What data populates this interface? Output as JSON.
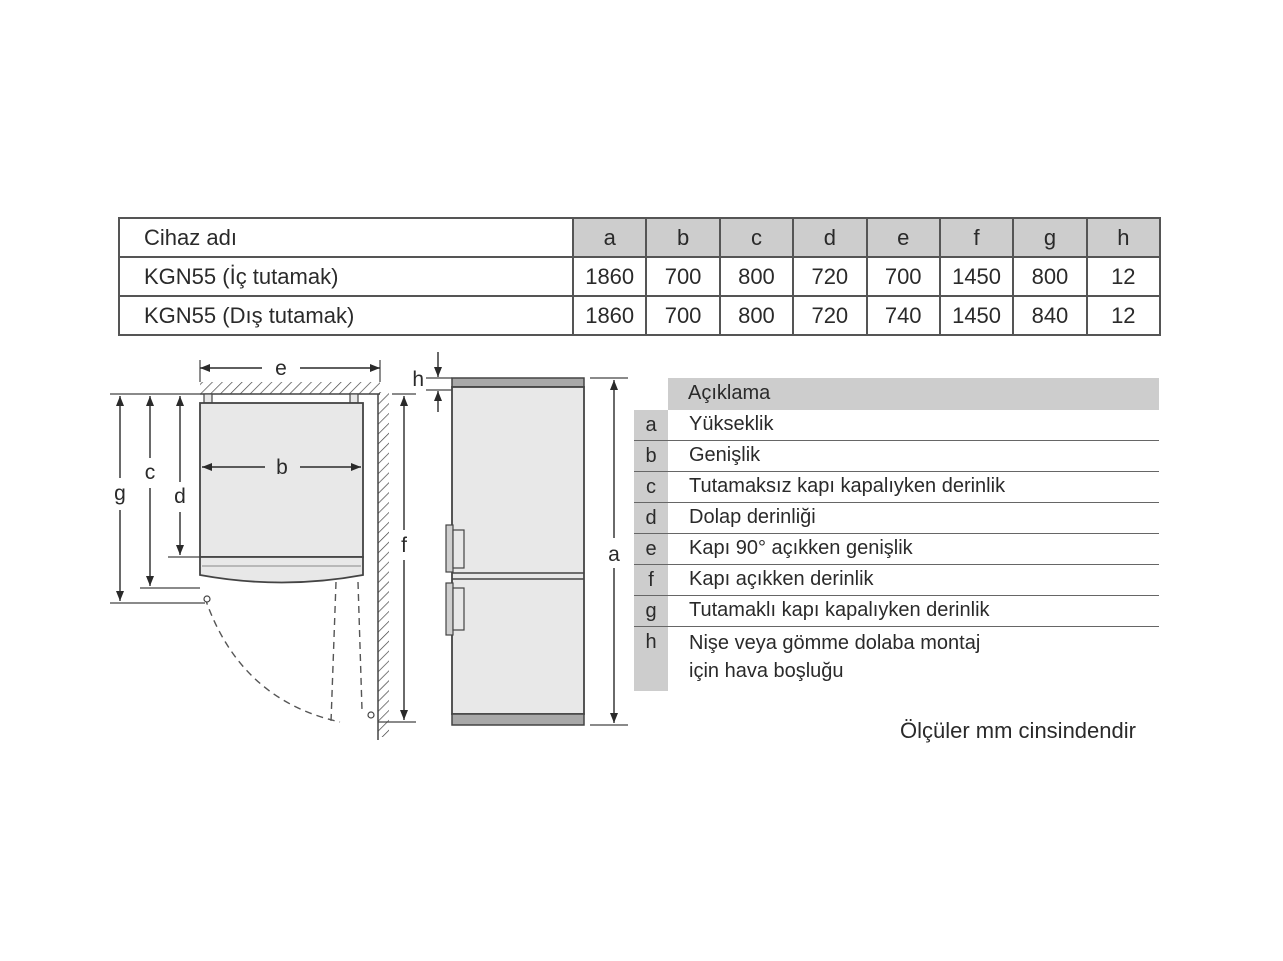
{
  "table": {
    "headers": [
      "Cihaz adı",
      "a",
      "b",
      "c",
      "d",
      "e",
      "f",
      "g",
      "h"
    ],
    "rows": [
      [
        "KGN55 (İç tutamak)",
        "1860",
        "700",
        "800",
        "720",
        "700",
        "1450",
        "800",
        "12"
      ],
      [
        "KGN55 (Dış tutamak)",
        "1860",
        "700",
        "800",
        "720",
        "740",
        "1450",
        "840",
        "12"
      ]
    ]
  },
  "diagram": {
    "labels": {
      "a": "a",
      "b": "b",
      "c": "c",
      "d": "d",
      "e": "e",
      "f": "f",
      "g": "g",
      "h": "h"
    }
  },
  "legend": {
    "title": "Açıklama",
    "items": [
      {
        "key": "a",
        "text": "Yükseklik"
      },
      {
        "key": "b",
        "text": "Genişlik"
      },
      {
        "key": "c",
        "text": "Tutamaksız kapı kapalıyken derinlik"
      },
      {
        "key": "d",
        "text": "Dolap derinliği"
      },
      {
        "key": "e",
        "text": "Kapı 90° açıkken genişlik"
      },
      {
        "key": "f",
        "text": "Kapı açıkken derinlik"
      },
      {
        "key": "g",
        "text": "Tutamaklı kapı kapalıyken derinlik"
      },
      {
        "key": "h",
        "text": "Nişe veya gömme dolaba montaj",
        "text2": "için hava boşluğu"
      }
    ]
  },
  "note": "Ölçüler mm cinsindendir",
  "colors": {
    "ink": "#2a2a2a",
    "header_fill": "#cdcdcd",
    "body_fill": "#e8e8e8",
    "panel_fill": "#a8a8a8"
  }
}
